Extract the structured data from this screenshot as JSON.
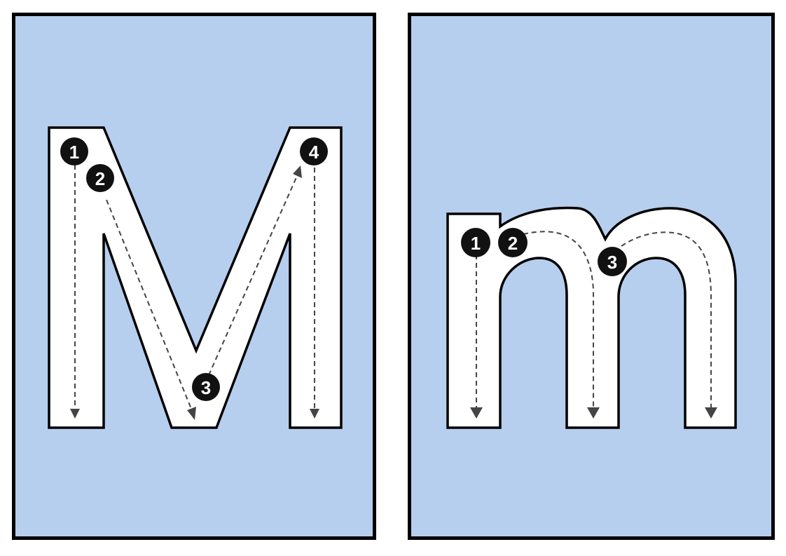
{
  "background_color": "#b7cfee",
  "letter_color": "#ffffff",
  "outline_color": "#000000",
  "guide_color": "#444444",
  "badge_color": "#111111",
  "cards": [
    {
      "letter": "M",
      "strokes": [
        {
          "number": "1"
        },
        {
          "number": "2"
        },
        {
          "number": "3"
        },
        {
          "number": "4"
        }
      ]
    },
    {
      "letter": "m",
      "strokes": [
        {
          "number": "1"
        },
        {
          "number": "2"
        },
        {
          "number": "3"
        }
      ]
    }
  ]
}
